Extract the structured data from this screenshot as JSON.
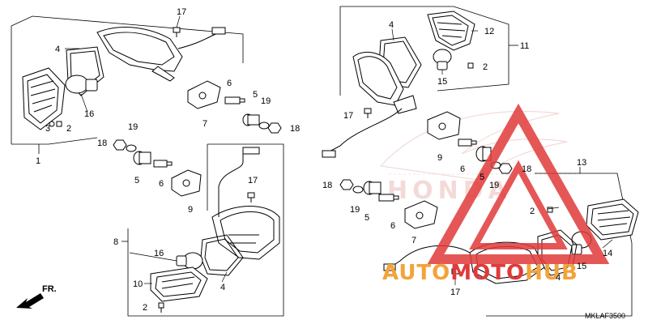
{
  "diagram": {
    "labels": {
      "l1": "1",
      "l2a": "2",
      "l3": "3",
      "l4a": "4",
      "l16a": "16",
      "l17a": "17",
      "l6a": "6",
      "l5a": "5",
      "l19a": "19",
      "l18a": "18",
      "l7a": "7",
      "l19b": "19",
      "l18b": "18",
      "l5b": "5",
      "l6b": "6",
      "l9a": "9",
      "l17b": "17",
      "l8": "8",
      "l16b": "16",
      "l10": "10",
      "l4b": "4",
      "l2b": "2",
      "l4c": "4",
      "l12": "12",
      "l11": "11",
      "l2c": "2",
      "l15a": "15",
      "l17c": "17",
      "l9b": "9",
      "l6c": "6",
      "l5c": "5",
      "l19c": "19",
      "l18c": "18",
      "l18d": "18",
      "l19d": "19",
      "l5d": "5",
      "l6d": "6",
      "l7b": "7",
      "l13": "13",
      "l2d": "2",
      "l14": "14",
      "l15b": "15",
      "l4d": "4",
      "l17d": "17"
    },
    "front_marker": "FR.",
    "diagram_code": "MKLAF3500",
    "watermark": {
      "brand": "AUTOMOTOHUB",
      "brand_a": "AUTO",
      "brand_b": "MOTO",
      "brand_c": "HUB",
      "background_text": "HONDA"
    },
    "colors": {
      "accent_red": "#e03a3a",
      "accent_orange": "#f2a33a",
      "line": "#000000"
    }
  }
}
